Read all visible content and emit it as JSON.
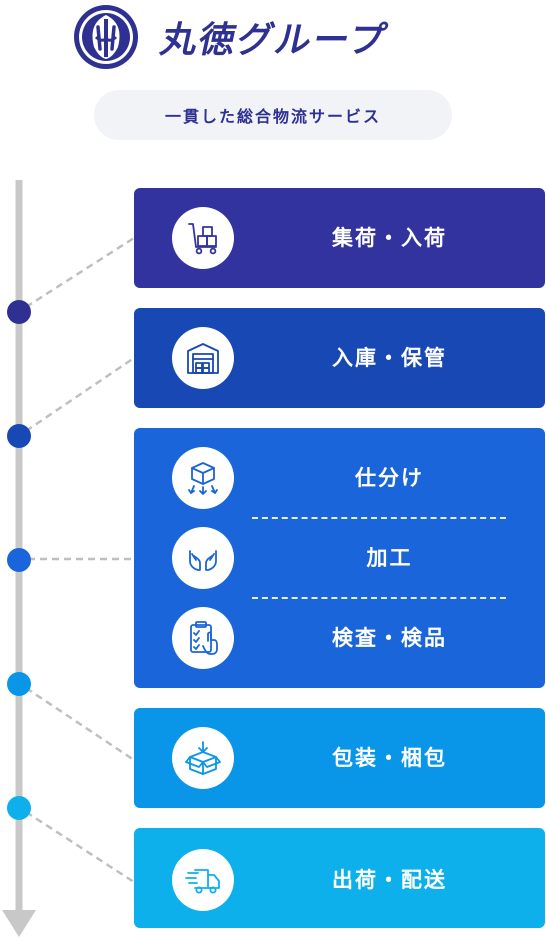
{
  "header": {
    "brand_name": "丸徳グループ",
    "logo_icon": "maru-toku-emblem-icon",
    "tagline": "一貫した総合物流サービス"
  },
  "steps": [
    {
      "color": "#3333a0",
      "items": [
        {
          "icon": "hand-truck-boxes-icon",
          "label": "集荷・入荷"
        }
      ]
    },
    {
      "color": "#1748b3",
      "items": [
        {
          "icon": "warehouse-icon",
          "label": "入庫・保管"
        }
      ]
    },
    {
      "color": "#1a65d9",
      "items": [
        {
          "icon": "box-sorting-arrows-icon",
          "label": "仕分け"
        },
        {
          "icon": "hands-care-icon",
          "label": "加工"
        },
        {
          "icon": "clipboard-checklist-icon",
          "label": "検査・検品"
        }
      ]
    },
    {
      "color": "#0996e8",
      "items": [
        {
          "icon": "box-packing-icon",
          "label": "包装・梱包"
        }
      ]
    },
    {
      "color": "#0db0ea",
      "items": [
        {
          "icon": "delivery-truck-icon",
          "label": "出荷・配送"
        }
      ]
    }
  ],
  "timeline": {
    "line_color": "#c8c8c8",
    "connector_color": "#bfbfbf",
    "dot_colors": [
      "#2f3192",
      "#1748b3",
      "#1a65d9",
      "#0996e8",
      "#0db0ea"
    ]
  }
}
